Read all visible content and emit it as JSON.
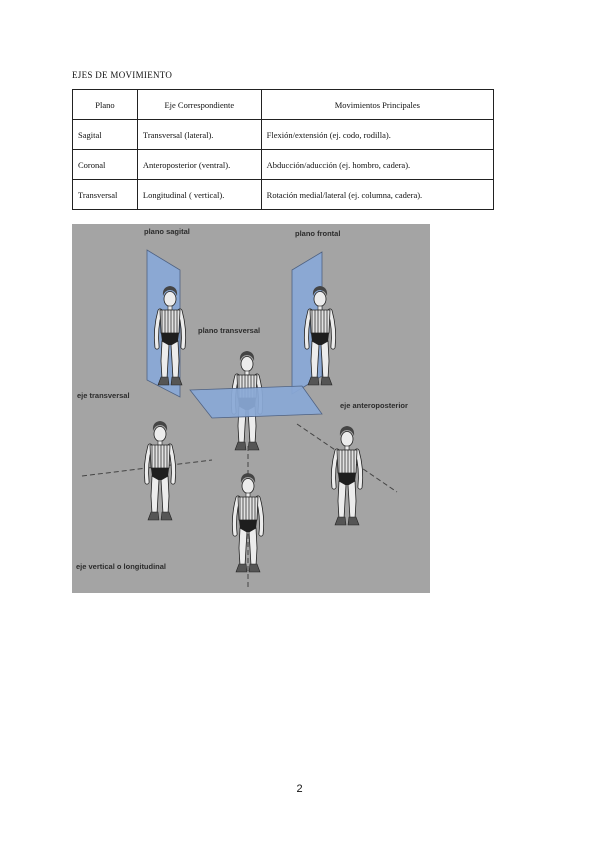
{
  "heading": "EJES DE MOVIMIENTO",
  "table": {
    "headers": [
      "Plano",
      "Eje Correspondiente",
      "Movimientos Principales"
    ],
    "rows": [
      [
        "Sagital",
        "Transversal (lateral).",
        "Flexión/extensión (ej. codo, rodilla)."
      ],
      [
        "Coronal",
        "Anteroposterior (ventral).",
        "Abducción/aducción (ej. hombro, cadera)."
      ],
      [
        "Transversal",
        "Longitudinal ( vertical).",
        "Rotación medial/lateral (ej. columna, cadera)."
      ]
    ]
  },
  "figure": {
    "labels": {
      "plano_sagital": "plano sagital",
      "plano_frontal": "plano frontal",
      "plano_transversal": "plano transversal",
      "eje_transversal": "eje transversal",
      "eje_anteroposterior": "eje anteroposterior",
      "eje_vertical": "eje vertical o longitudinal"
    },
    "colors": {
      "background": "#a4a4a4",
      "plane": "#8aa9d6"
    }
  },
  "page_number": "2"
}
